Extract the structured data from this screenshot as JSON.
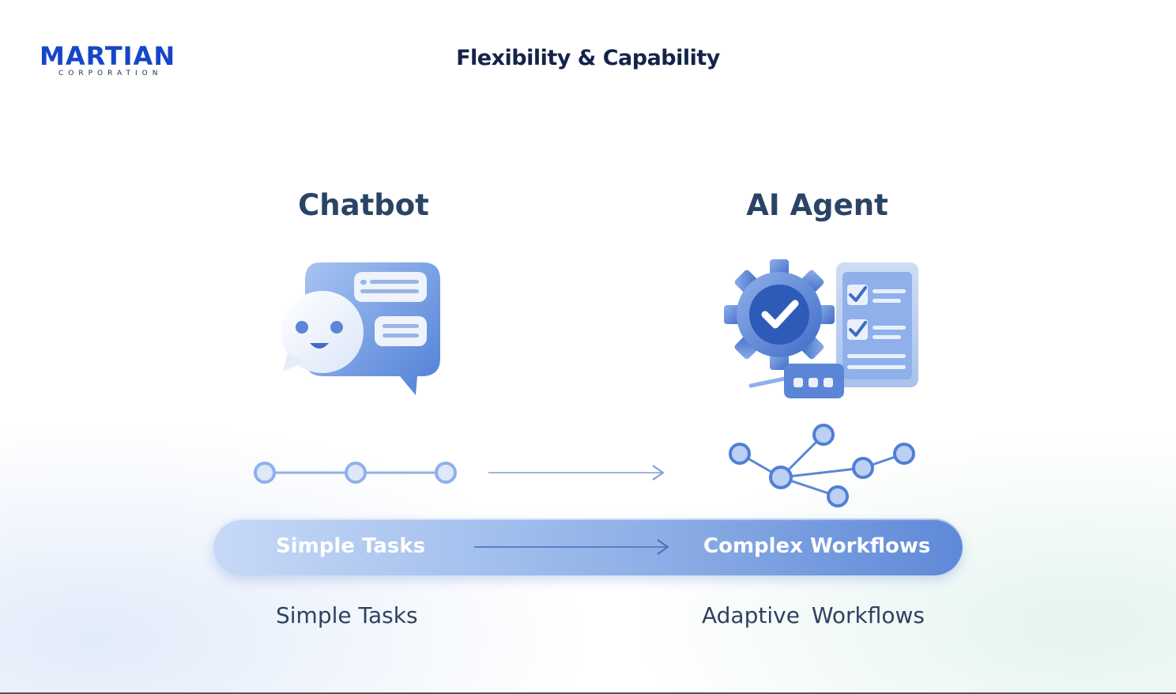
{
  "brand": {
    "name": "MARTIAN",
    "subtitle": "CORPORATION",
    "color": "#1646c9"
  },
  "header": {
    "title": "Flexibility & Capability"
  },
  "columns": {
    "left": {
      "title": "Chatbot",
      "icon": "chat-bubbles-icon",
      "path_icon": "linear-path-icon"
    },
    "right": {
      "title": "AI Agent",
      "icon": "gear-checklist-icon",
      "path_icon": "branching-network-icon"
    }
  },
  "progress_bar": {
    "left_label": "Simple Tasks",
    "right_label": "Complex Workflows"
  },
  "captions": {
    "left": "Simple Tasks",
    "right": "Adaptive Workflows"
  },
  "colors": {
    "accent": "#5b86d6",
    "heading": "#2a4466",
    "dark_text": "#14234a"
  }
}
